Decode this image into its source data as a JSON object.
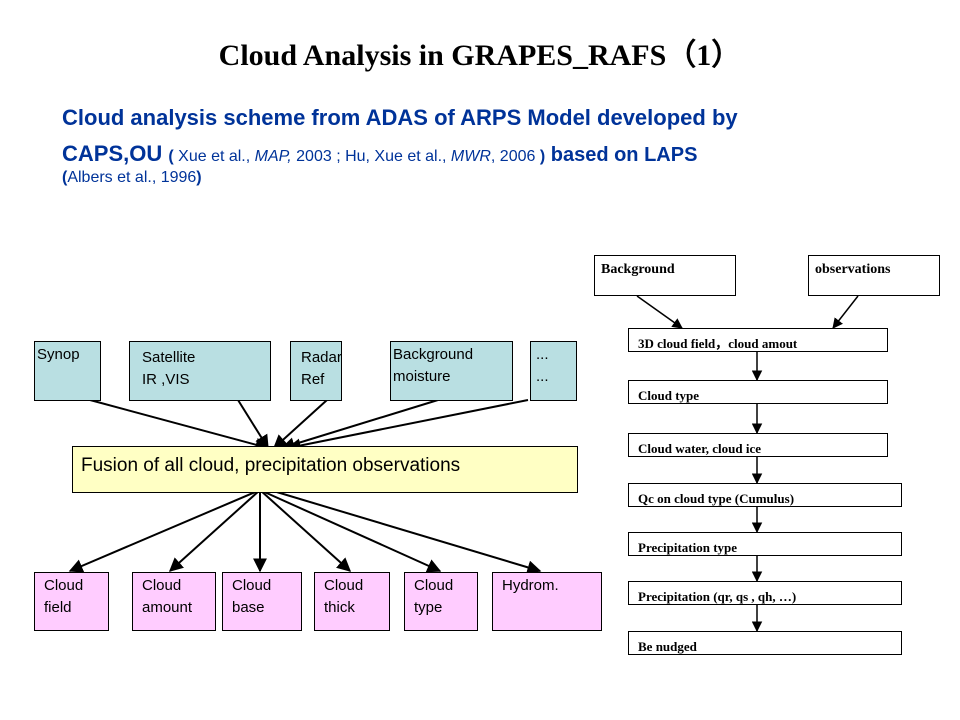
{
  "title": "Cloud Analysis in GRAPES_RAFS（1）",
  "subtitle": {
    "line1": "Cloud analysis scheme from  ADAS of ARPS Model developed by",
    "line2_bold": "CAPS,OU",
    "line2_paren_open": "(",
    "line2_ref1": " Xue et al., ",
    "line2_ref1_journal": "MAP,",
    "line2_ref1_rest": " 2003 ; Hu,  Xue et al., ",
    "line2_ref2_journal": "MWR",
    "line2_ref2_rest": ", 2006 ",
    "line2_paren_close": ")",
    "line2_tail": " based on LAPS",
    "line3_open": "(",
    "line3_ref": "Albers et al., 1996",
    "line3_close": ")"
  },
  "sources": [
    {
      "l1": "Synop",
      "l2": ""
    },
    {
      "l1": "Satellite",
      "l2": "IR ,VIS"
    },
    {
      "l1": "Radar",
      "l2": "Ref"
    },
    {
      "l1": "Background",
      "l2": "moisture"
    },
    {
      "l1": "...",
      "l2": "..."
    }
  ],
  "fusion": "Fusion of all cloud, precipitation observations",
  "outputs": [
    {
      "l1": "Cloud",
      "l2": "field"
    },
    {
      "l1": "Cloud",
      "l2": "amount"
    },
    {
      "l1": "Cloud",
      "l2": "base"
    },
    {
      "l1": "Cloud",
      "l2": "thick"
    },
    {
      "l1": "Cloud",
      "l2": "type"
    },
    {
      "l1": "Hydrom.",
      "l2": ""
    }
  ],
  "flow_inputs": [
    "Background",
    "observations"
  ],
  "flow_steps": [
    "3D cloud field，cloud amout",
    "Cloud type",
    "Cloud water, cloud ice",
    "Qc on cloud type (Cumulus)",
    "Precipitation type",
    "Precipitation  (qr, qs , qh, …)",
    "Be nudged"
  ],
  "colors": {
    "title": "#000000",
    "subtitle": "#003399",
    "source_fill": "#b9dfe2",
    "fusion_fill": "#ffffc4",
    "output_fill": "#ffccff"
  }
}
